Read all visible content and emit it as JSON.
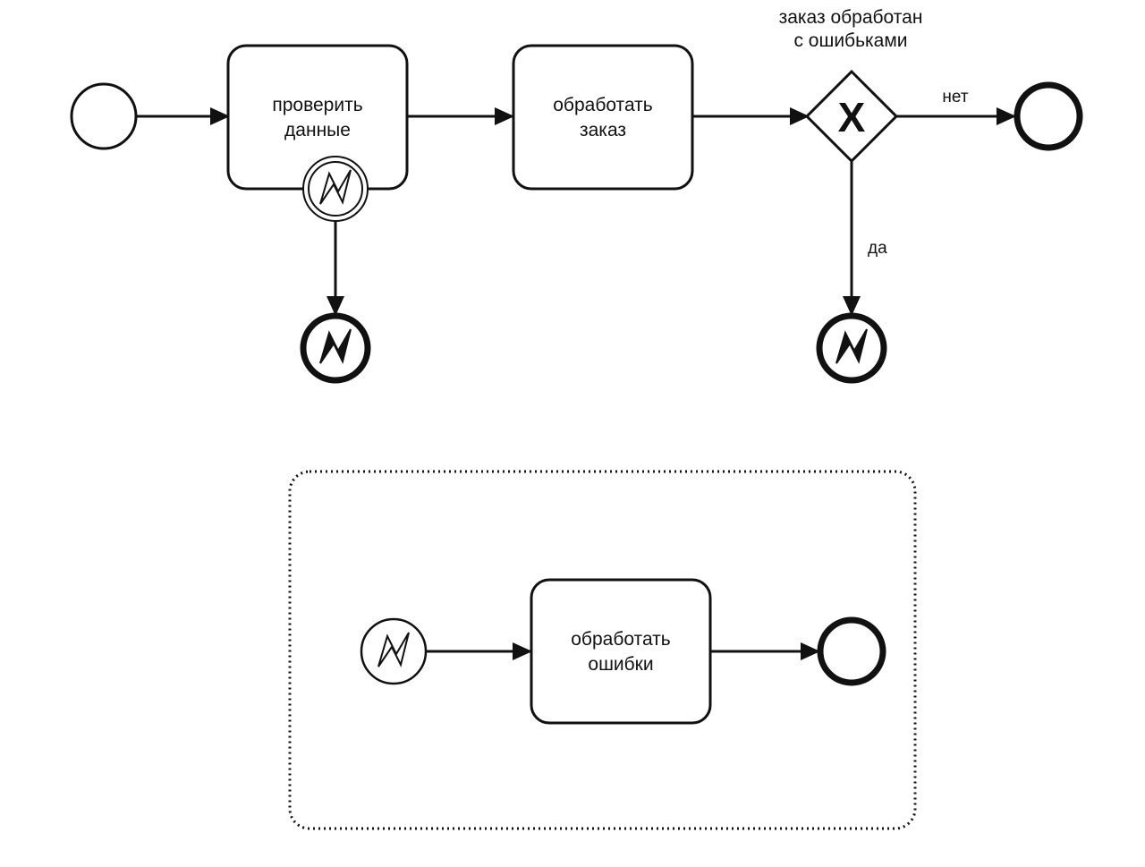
{
  "diagram": {
    "tasks": {
      "check_data": [
        "проверить",
        "данные"
      ],
      "process_order": [
        "обработать",
        "заказ"
      ],
      "handle_errors": [
        "обработать",
        "ошибки"
      ]
    },
    "gateway": {
      "label_lines": [
        "заказ обработан",
        "с ошибьками"
      ],
      "marker": "X",
      "no_label": "нет",
      "yes_label": "да"
    },
    "icons": {
      "start_event": "start-event-circle",
      "end_event": "end-event-thick-circle",
      "boundary_error": "error-lightning-icon",
      "error_end": "error-end-event-lightning-icon",
      "error_start": "error-start-event-lightning-icon"
    },
    "colors": {
      "stroke": "#111111",
      "fill": "#ffffff"
    }
  }
}
